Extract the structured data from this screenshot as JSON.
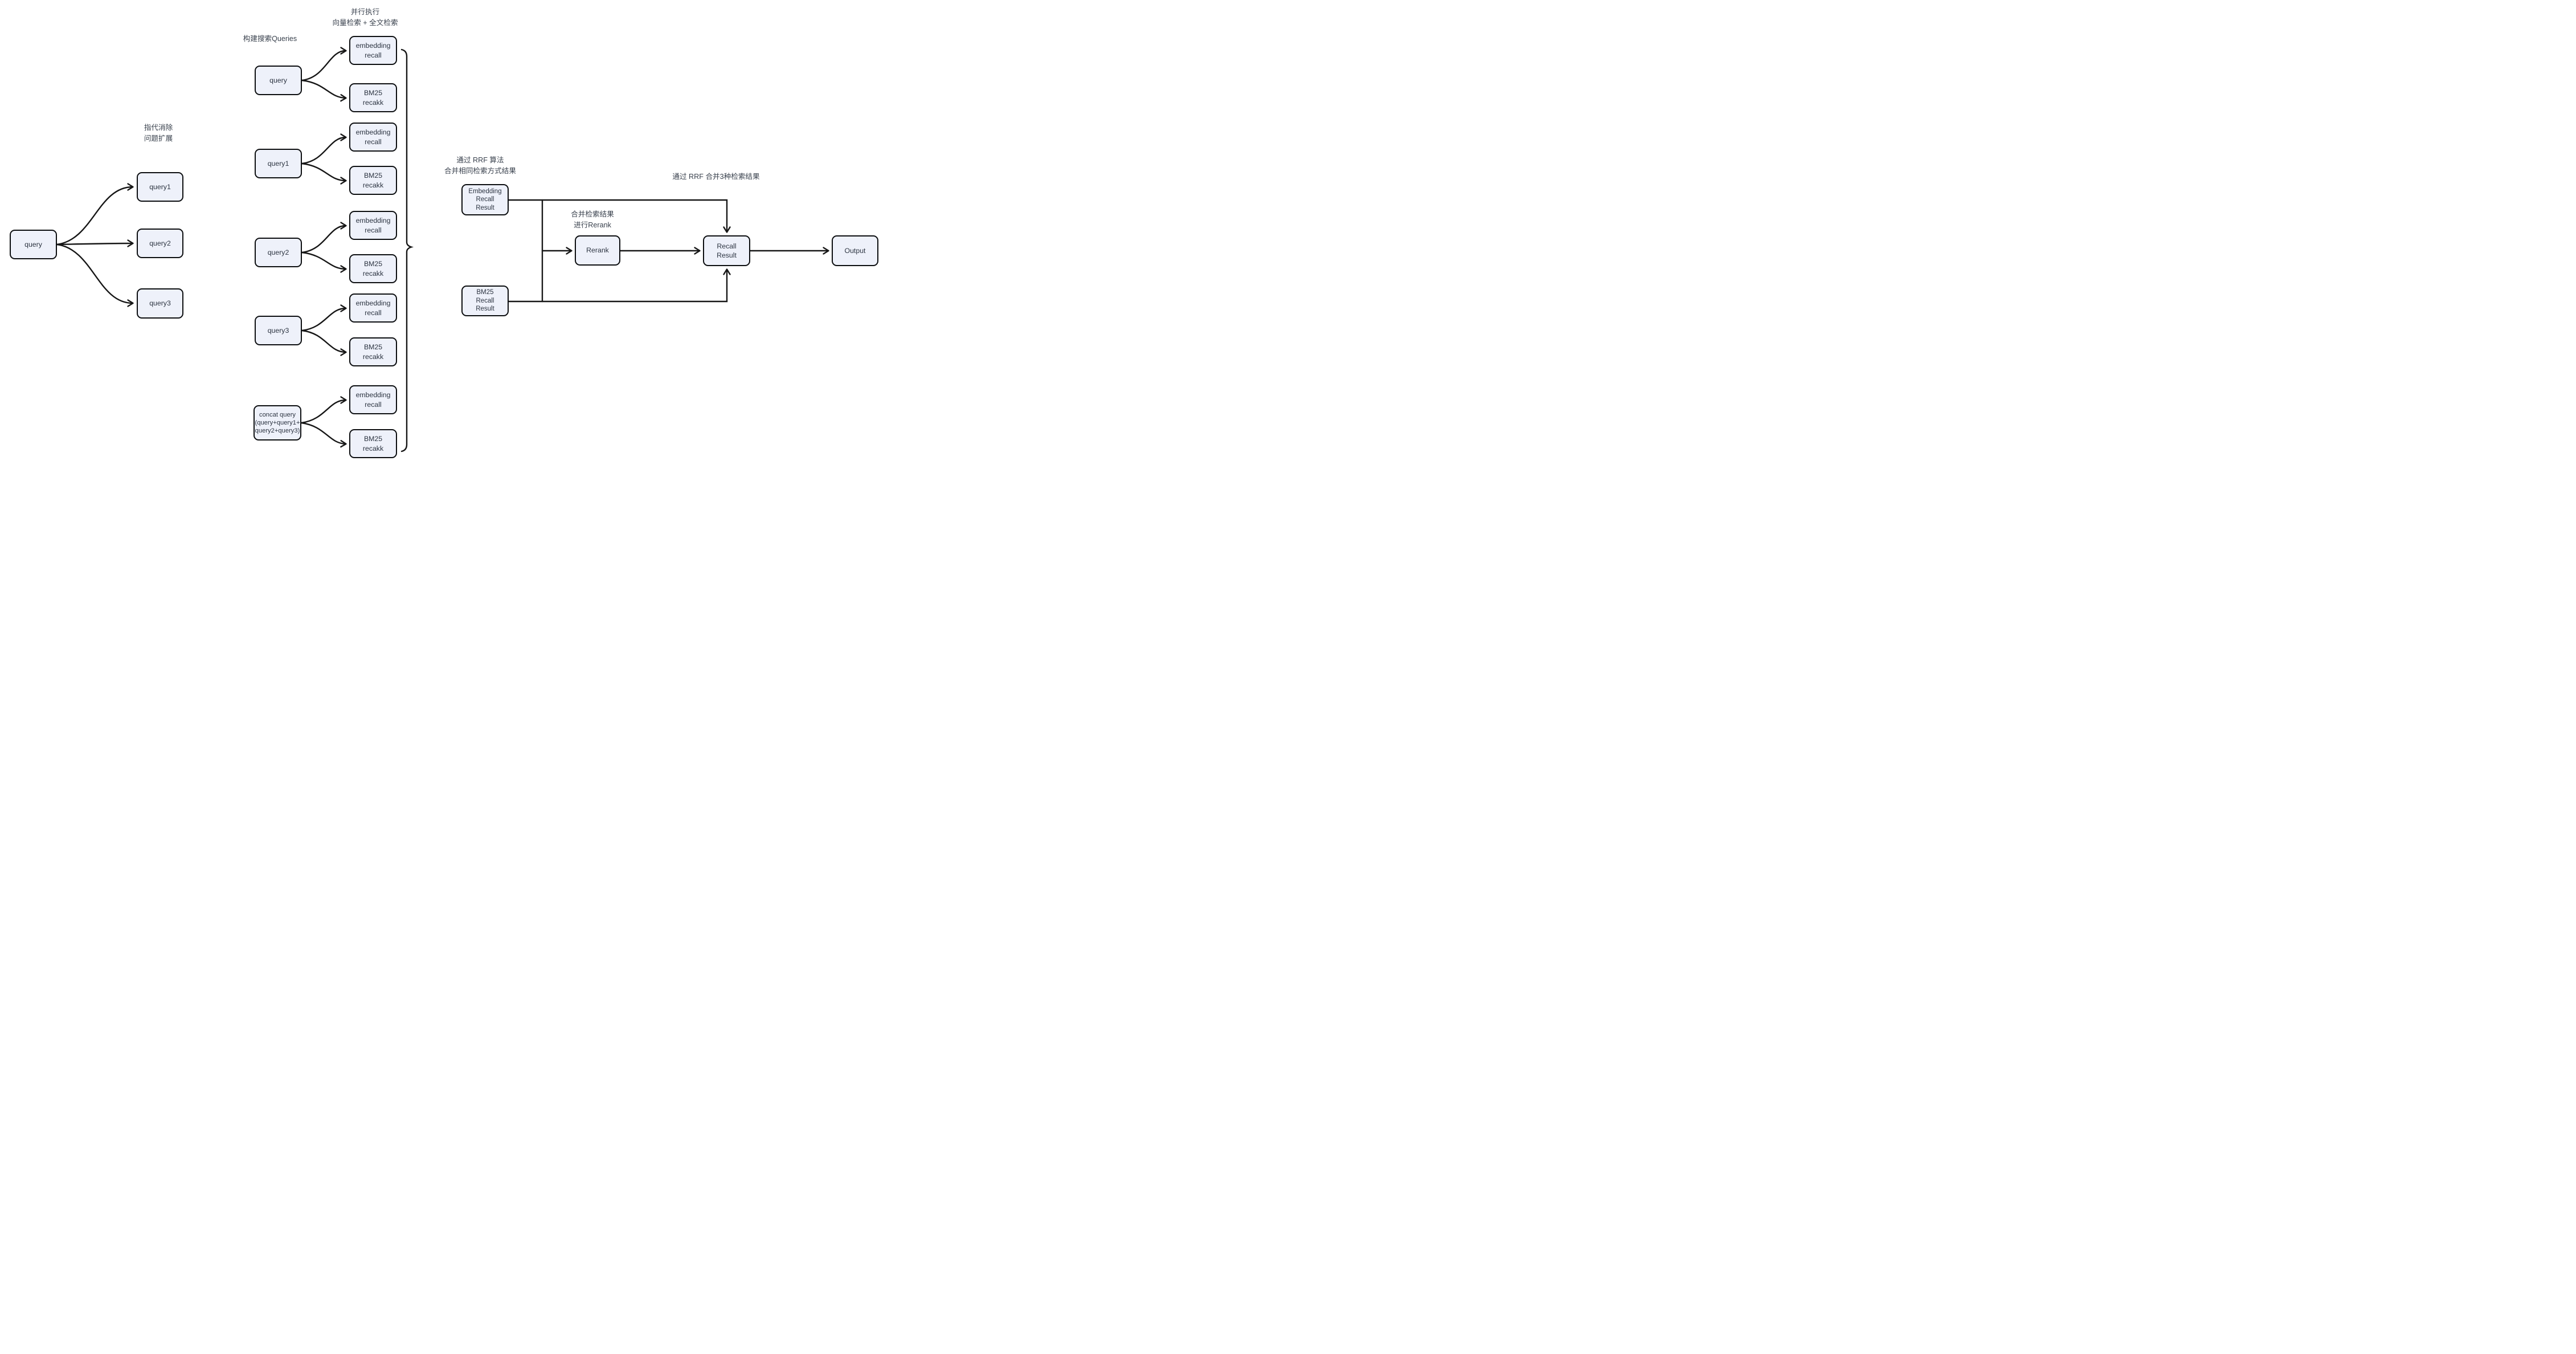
{
  "diagram": {
    "background": "#ffffff",
    "colors": {
      "node_fill": "#eef1fa",
      "node_border": "#0c0e10",
      "node_text": "#2b3340",
      "note_text": "#39414d",
      "line": "#161616"
    }
  },
  "annotations": {
    "parallel_exec": "并行执行\n向量检索 + 全文检索",
    "build_queries": "构建搜索Queries",
    "coref_expand": "指代消除\n问题扩展",
    "rrf_same": "通过 RRF 算法\n合并相同检索方式结果",
    "rrf_merge3": "通过 RRF 合并3种检索结果",
    "merge_rerank": "合并检索结果\n进行Rerank"
  },
  "nodes": {
    "query": "query",
    "query1": "query1",
    "query2": "query2",
    "query3": "query3",
    "embedding_recall": "embedding\nrecall",
    "bm25_recakk": "BM25\nrecakk",
    "concat_query": "concat query\n(query+query1+\nquery2+query3)",
    "embedding_recall_result": "Embedding\nRecall\nResult",
    "bm25_recall_result": "BM25\nRecall\nResult",
    "rerank": "Rerank",
    "recall_result": "Recall\nResult",
    "output": "Output"
  }
}
